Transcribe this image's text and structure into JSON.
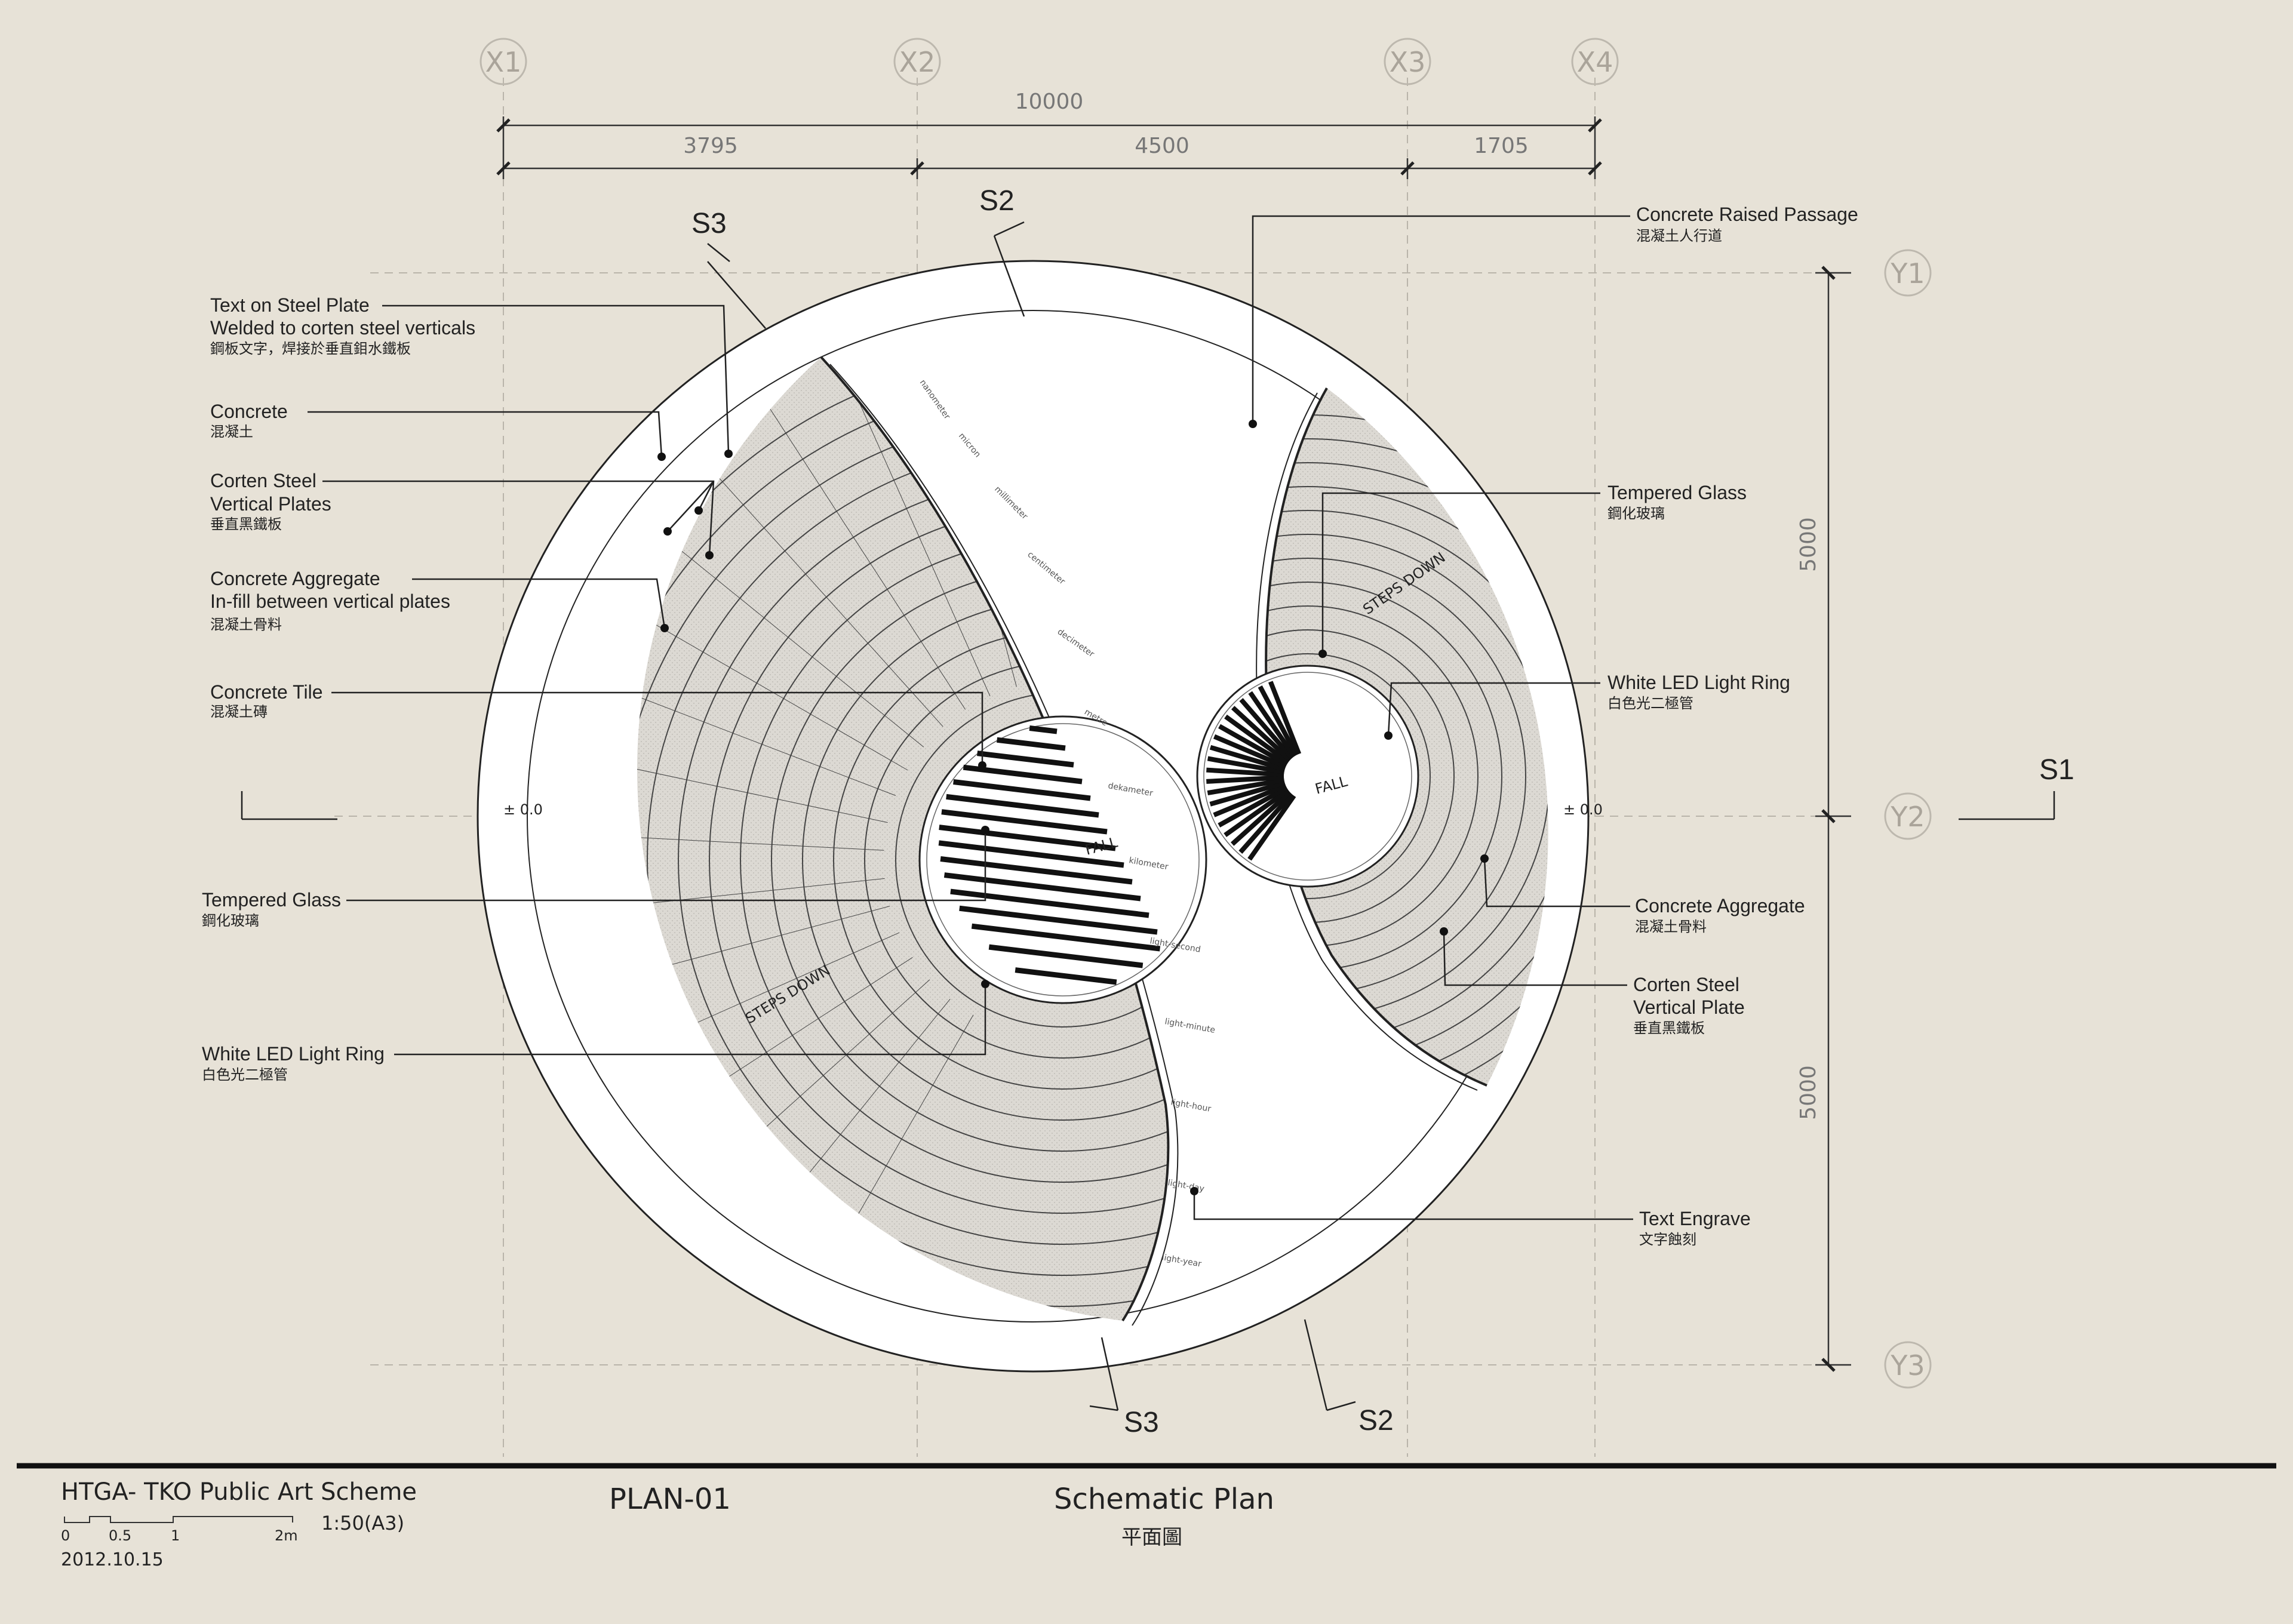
{
  "grid": {
    "x_axes": [
      "X1",
      "X2",
      "X3",
      "X4"
    ],
    "y_axes": [
      "Y1",
      "Y2",
      "Y3"
    ]
  },
  "dimensions": {
    "overall": "10000",
    "segments": [
      "3795",
      "4500",
      "1705"
    ],
    "vertical": [
      "5000",
      "5000"
    ]
  },
  "sections": {
    "s1": "S1",
    "s2_top": "S2",
    "s3_top": "S3",
    "s2_bottom": "S2",
    "s3_bottom": "S3"
  },
  "levels": {
    "left": "± 0.0",
    "right": "± 0.0"
  },
  "annotations": {
    "text_on_steel_plate": {
      "title": "Text on Steel Plate",
      "line2": "Welded to corten steel verticals",
      "zh": "鋼板文字，焊接於垂直鉬水鐵板"
    },
    "concrete": {
      "title": "Concrete",
      "zh": "混凝土"
    },
    "corten_left": {
      "title": "Corten Steel",
      "line2": "Vertical Plates",
      "zh": "垂直黑鐵板"
    },
    "aggregate_left": {
      "title": "Concrete Aggregate",
      "line2": "In-fill between vertical plates",
      "zh": "混凝土骨料"
    },
    "concrete_tile": {
      "title": "Concrete Tile",
      "zh": "混凝土磚"
    },
    "glass_left": {
      "title": "Tempered Glass",
      "zh": "鋼化玻璃"
    },
    "led_left": {
      "title": "White LED Light Ring",
      "zh": "白色光二極管"
    },
    "raised_passage": {
      "title": "Concrete Raised Passage",
      "zh": "混凝土人行道"
    },
    "glass_right": {
      "title": "Tempered Glass",
      "zh": "鋼化玻璃"
    },
    "led_right": {
      "title": "White LED Light Ring",
      "zh": "白色光二極管"
    },
    "aggregate_right": {
      "title": "Concrete Aggregate",
      "zh": "混凝土骨料"
    },
    "corten_right": {
      "title": "Corten Steel",
      "line2": "Vertical Plate",
      "zh": "垂直黑鐵板"
    },
    "text_engrave": {
      "title": "Text Engrave",
      "zh": "文字蝕刻"
    }
  },
  "plan_marks": {
    "steps_down_left": "STEPS DOWN",
    "steps_down_right": "STEPS DOWN",
    "fall_left": "FALL",
    "fall_right": "FALL"
  },
  "engraved_units": [
    "nanometer",
    "micron",
    "millimeter",
    "centimeter",
    "decimeter",
    "metre",
    "dekameter",
    "kilometer",
    "light-second",
    "light-minute",
    "light-hour",
    "light-day",
    "light-year"
  ],
  "title_block": {
    "project": "HTGA- TKO Public Art Scheme",
    "scale_ticks": [
      "0",
      "0.5",
      "1",
      "2m"
    ],
    "scale": "1:50(A3)",
    "date": "2012.10.15",
    "drawing_no": "PLAN-01",
    "drawing_title": "Schematic Plan",
    "drawing_title_zh": "平面圖"
  },
  "colors": {
    "background": "#e7e2d7",
    "ink": "#222222",
    "hatch_fill": "#d9d6d0",
    "paper": "#ffffff"
  }
}
